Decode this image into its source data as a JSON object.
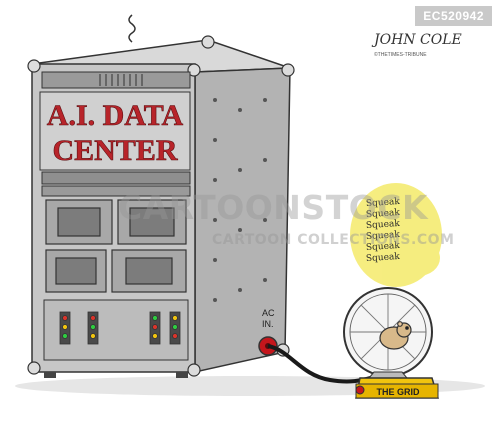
{
  "cartoon": {
    "code": "EC520942",
    "title_line_1": "A.I. DATA",
    "title_line_2": "CENTER",
    "plug_label_1": "AC",
    "plug_label_2": "IN.",
    "squeaks": [
      "Squeak",
      "Squeak",
      "Squeak",
      "Squeak",
      "Squeak",
      "Squeak"
    ],
    "grid_label": "THE GRID",
    "signature": "JOHN COLE",
    "signature_sub": "©THETIMES-TRIBUNE",
    "watermark_main": "CARTOONSTOCK",
    "watermark_sub": "CARTOON COLLECTIONS.COM",
    "colors": {
      "server_gray": "#c7c7c7",
      "server_side": "#b3b3b3",
      "title_red": "#b8242a",
      "glow_yellow": "#f2e64a",
      "plug_red": "#c4161c",
      "cable": "#1a1a1a",
      "grid_box": "#f1c40f"
    }
  }
}
